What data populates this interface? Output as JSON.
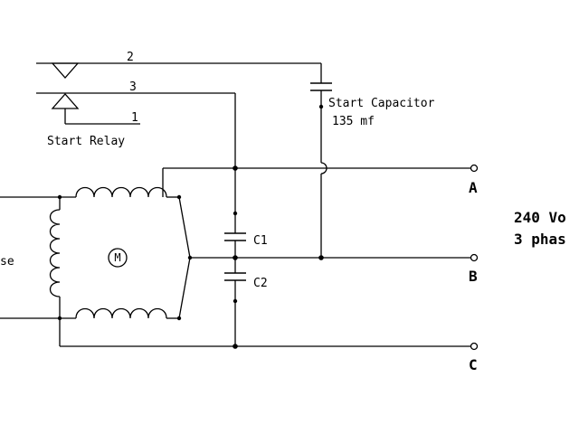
{
  "relay": {
    "label": "Start Relay",
    "pins": [
      "2",
      "3",
      "1"
    ]
  },
  "capacitor": {
    "label": "Start Capacitor",
    "value": "135 mf"
  },
  "caps": [
    "C1",
    "C2"
  ],
  "motor": {
    "symbol": "M"
  },
  "terminals": [
    "A",
    "B",
    "C"
  ],
  "supply": {
    "line1": "240 Vo",
    "line2": "3 phas"
  },
  "left_text": "se"
}
